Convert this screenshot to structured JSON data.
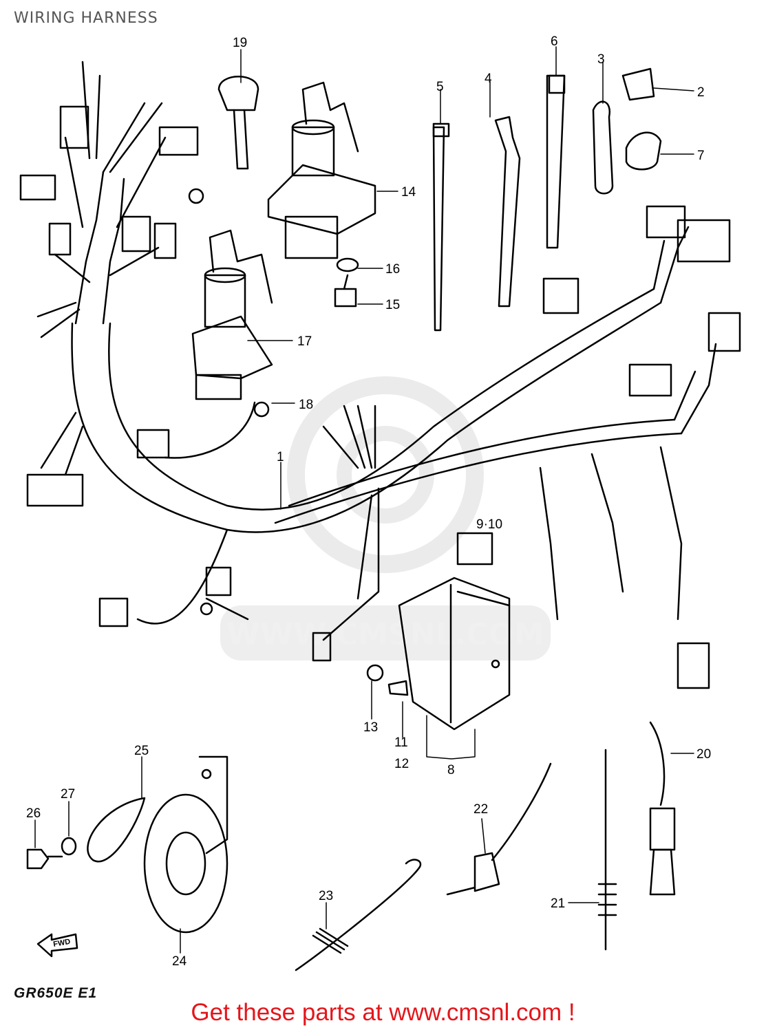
{
  "title": "WIRING HARNESS",
  "model_code": "GR650E E1",
  "promo_text": "Get these parts at www.cmsnl.com !",
  "watermark": "WWW.CMSNL.COM",
  "fwd_label": "FWD",
  "callouts": {
    "c1": "1",
    "c2": "2",
    "c3": "3",
    "c4": "4",
    "c5": "5",
    "c6": "6",
    "c7": "7",
    "c8": "8",
    "c9_10": "9·10",
    "c11": "11",
    "c12": "12",
    "c13": "13",
    "c14": "14",
    "c15": "15",
    "c16": "16",
    "c17": "17",
    "c18": "18",
    "c19": "19",
    "c20": "20",
    "c21": "21",
    "c22": "22",
    "c23": "23",
    "c24": "24",
    "c25": "25",
    "c26": "26",
    "c27": "27"
  },
  "colors": {
    "promo": "#e4161b",
    "ink": "#000000"
  }
}
